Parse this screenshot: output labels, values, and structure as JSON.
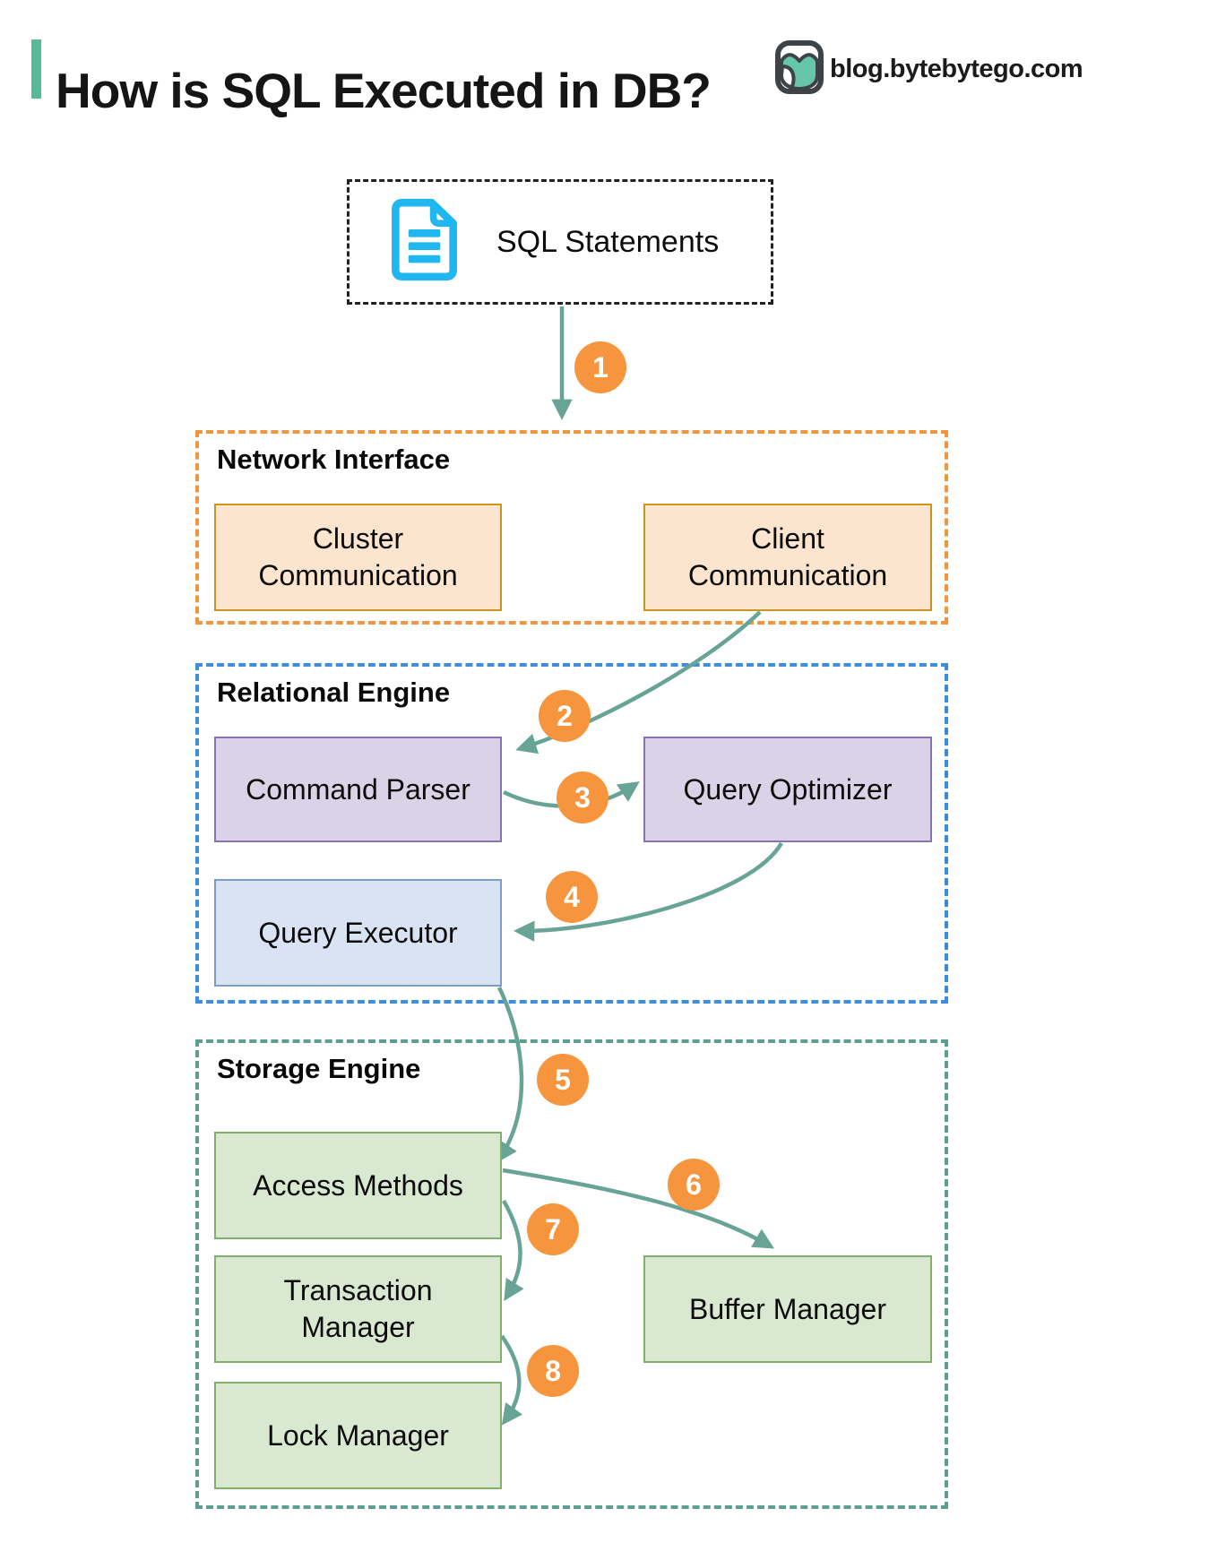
{
  "page": {
    "title": "How is SQL Executed in DB?",
    "brand": "blog.bytebytego.com"
  },
  "colors": {
    "accent_teal_bar": "#56BB9B",
    "arrow": "#68A496",
    "badge": "#F6953D",
    "network_border": "#F0963F",
    "relational_border": "#3E8EDD",
    "storage_border": "#5C9E92",
    "peach_fill": "#FCE5CE",
    "peach_border": "#C8961E",
    "purple_fill": "#DAD3E8",
    "purple_border": "#8873B0",
    "blue_fill": "#DAE3F3",
    "blue_border": "#7B9EC9",
    "green_fill": "#D9E8D0",
    "green_border": "#84AE6B",
    "document_icon": "#20B7F0"
  },
  "diagram": {
    "source": {
      "label": "SQL Statements",
      "icon": "document-icon"
    },
    "sections": [
      {
        "id": "network",
        "label": "Network Interface",
        "nodes": [
          {
            "id": "cluster-communication",
            "label": "Cluster\nCommunication"
          },
          {
            "id": "client-communication",
            "label": "Client\nCommunication"
          }
        ]
      },
      {
        "id": "relational",
        "label": "Relational Engine",
        "nodes": [
          {
            "id": "command-parser",
            "label": "Command Parser"
          },
          {
            "id": "query-optimizer",
            "label": "Query Optimizer"
          },
          {
            "id": "query-executor",
            "label": "Query Executor"
          }
        ]
      },
      {
        "id": "storage",
        "label": "Storage Engine",
        "nodes": [
          {
            "id": "access-methods",
            "label": "Access Methods"
          },
          {
            "id": "transaction-manager",
            "label": "Transaction\nManager"
          },
          {
            "id": "buffer-manager",
            "label": "Buffer Manager"
          },
          {
            "id": "lock-manager",
            "label": "Lock Manager"
          }
        ]
      }
    ],
    "steps": [
      {
        "n": "1",
        "from": "SQL Statements",
        "to": "Network Interface"
      },
      {
        "n": "2",
        "from": "Client Communication",
        "to": "Command Parser"
      },
      {
        "n": "3",
        "from": "Command Parser",
        "to": "Query Optimizer"
      },
      {
        "n": "4",
        "from": "Query Optimizer",
        "to": "Query Executor"
      },
      {
        "n": "5",
        "from": "Query Executor",
        "to": "Access Methods"
      },
      {
        "n": "6",
        "from": "Access Methods",
        "to": "Buffer Manager"
      },
      {
        "n": "7",
        "from": "Access Methods",
        "to": "Transaction Manager"
      },
      {
        "n": "8",
        "from": "Transaction Manager",
        "to": "Lock Manager"
      }
    ]
  }
}
